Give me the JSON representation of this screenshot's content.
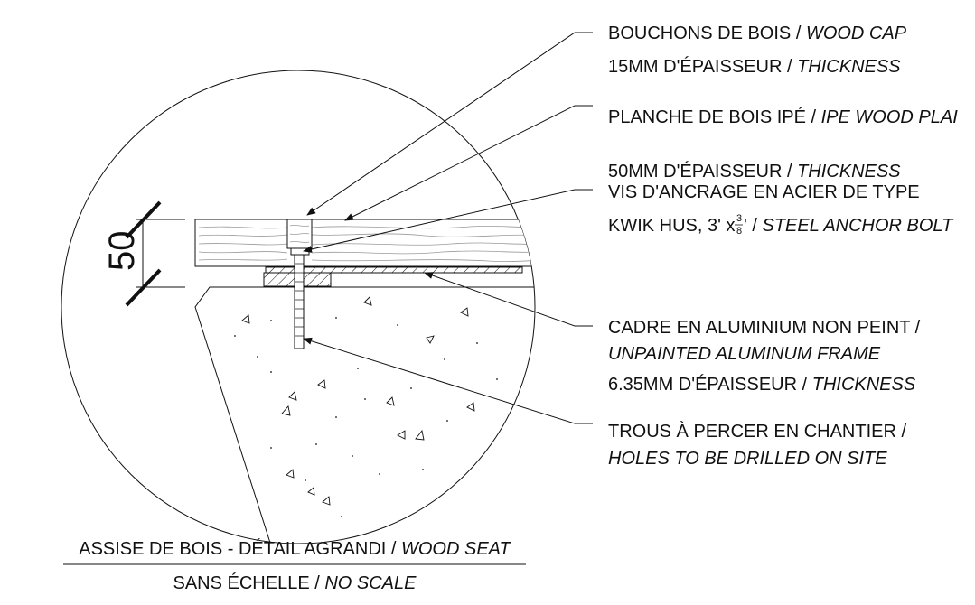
{
  "dimension": {
    "value": "50"
  },
  "callouts": [
    {
      "line1": "BOUCHONS DE BOIS / ",
      "line1_it": "WOOD CAP",
      "line2": "15MM D'ÉPAISSEUR / ",
      "line2_it": "THICKNESS"
    },
    {
      "line1": "PLANCHE DE BOIS IPÉ / ",
      "line1_it": "IPE WOOD PLAI",
      "line2": "50MM D'ÉPAISSEUR / ",
      "line2_it": "THICKNESS"
    },
    {
      "line1": "VIS D'ANCRAGE EN ACIER DE TYPE",
      "line2": "KWIK HUS, 3' x ",
      "frac_num": "3",
      "frac_den": "8",
      "line2_after": "' / ",
      "line2_it": "STEEL ANCHOR BOLT"
    },
    {
      "line1": "CADRE EN ALUMINIUM NON PEINT /",
      "line2_it": "UNPAINTED ALUMINUM FRAME",
      "line3": "6.35MM D'ÉPAISSEUR / ",
      "line3_it": "THICKNESS"
    },
    {
      "line1": "TROUS À PERCER EN CHANTIER /",
      "line2_it": "HOLES TO BE DRILLED ON SITE"
    }
  ],
  "title": {
    "line1": "ASSISE DE BOIS - DÉTAIL AGRANDI / ",
    "line1_it": "WOOD SEAT",
    "line2": "SANS ÉCHELLE / ",
    "line2_it": "NO SCALE"
  }
}
